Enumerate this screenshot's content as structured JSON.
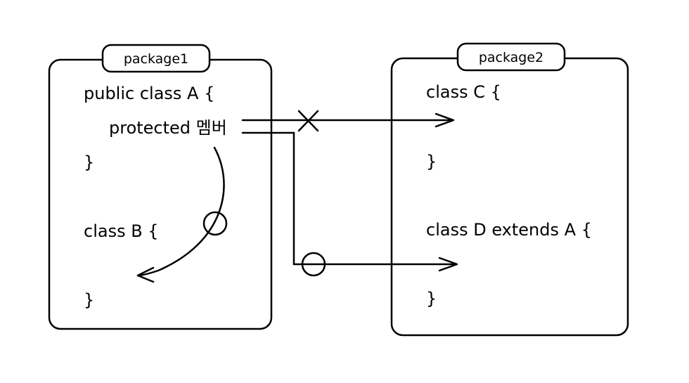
{
  "package1": {
    "tab_label": "package1",
    "class_a_header": "public class A {",
    "member_label": "protected 멤버",
    "class_a_close": "}",
    "class_b_header": "class B {",
    "class_b_close": "}"
  },
  "package2": {
    "tab_label": "package2",
    "class_c_header": "class C {",
    "class_c_close": "}",
    "class_d_header": "class D extends A {",
    "class_d_close": "}"
  },
  "access": {
    "to_class_b": "allowed",
    "to_class_c": "denied",
    "to_class_d": "allowed"
  },
  "icons": {
    "allowed": "circle-icon",
    "denied": "x-mark-icon"
  },
  "colors": {
    "stroke": "#000000",
    "background": "#ffffff"
  }
}
